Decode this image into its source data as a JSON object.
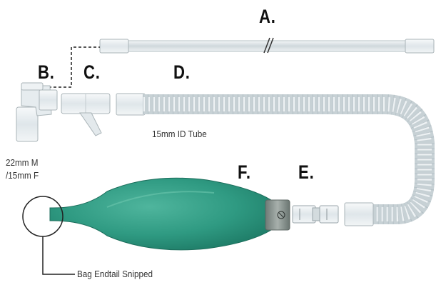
{
  "labels": {
    "a": "A.",
    "b": "B.",
    "c": "C.",
    "d": "D.",
    "e": "E.",
    "f": "F."
  },
  "captions": {
    "tube": "15mm ID Tube",
    "connector_line1": "22mm M",
    "connector_line2": "/15mm F",
    "bag_tail": "Bag Endtail Snipped"
  },
  "colors": {
    "bag": "#2f9a82",
    "tubing": "#d9e4e8",
    "connector": "#e8eef2",
    "collar": "#7f8a86"
  }
}
